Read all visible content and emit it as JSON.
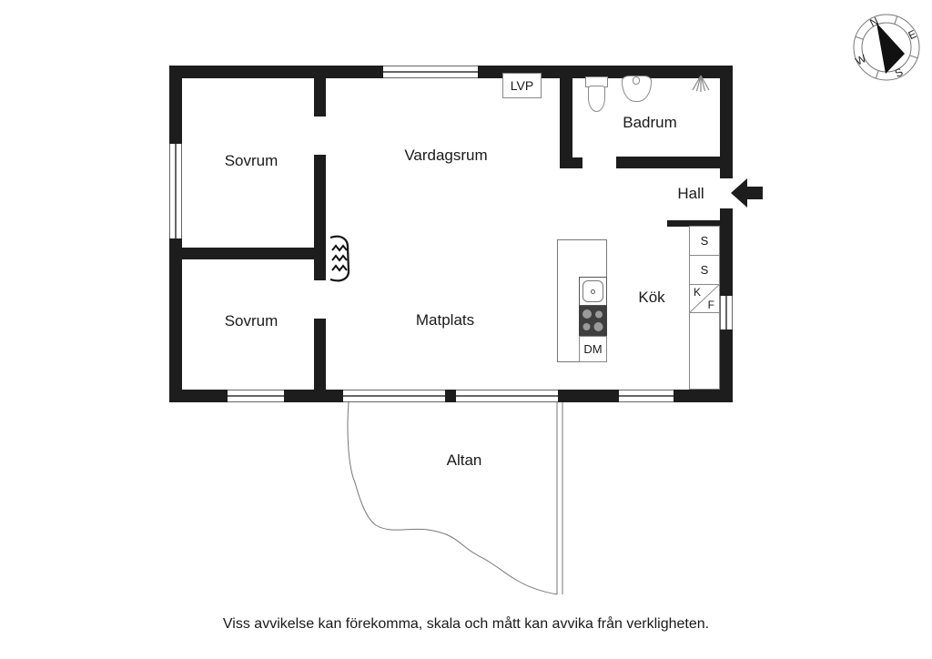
{
  "plan": {
    "disclaimer": "Viss avvikelse kan förekomma, skala och mått kan avvika från verkligheten.",
    "rooms": {
      "sovrum1": "Sovrum",
      "vardagsrum": "Vardagsrum",
      "badrum": "Badrum",
      "hall": "Hall",
      "sovrum2": "Sovrum",
      "matplats": "Matplats",
      "kok": "Kök",
      "altan": "Altan"
    },
    "fixtures": {
      "heat_pump": "LVP",
      "dishwasher": "DM",
      "cabinet_top": "S",
      "cabinet_bottom": "S",
      "fridge": "K",
      "freezer": "F"
    },
    "compass": {
      "north": "N",
      "east": "E",
      "south": "S",
      "west": "W"
    },
    "colors": {
      "wall": "#1d1d1d",
      "fixture_line": "#888888",
      "stove": "#3e3e3e",
      "burner": "#9a9a9a"
    }
  }
}
